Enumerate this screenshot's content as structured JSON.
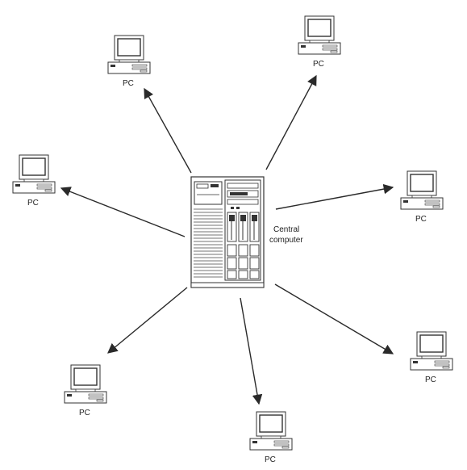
{
  "central": {
    "label_line1": "Central",
    "label_line2": "computer"
  },
  "pcs": [
    {
      "id": "top-left",
      "label": "PC"
    },
    {
      "id": "top-right",
      "label": "PC"
    },
    {
      "id": "left",
      "label": "PC"
    },
    {
      "id": "right",
      "label": "PC"
    },
    {
      "id": "bottom-left",
      "label": "PC"
    },
    {
      "id": "bottom",
      "label": "PC"
    },
    {
      "id": "bottom-right",
      "label": "PC"
    }
  ],
  "colors": {
    "ink": "#2a2a2a",
    "monitor_fill": "#ffffff",
    "screen": "#ffffff"
  }
}
